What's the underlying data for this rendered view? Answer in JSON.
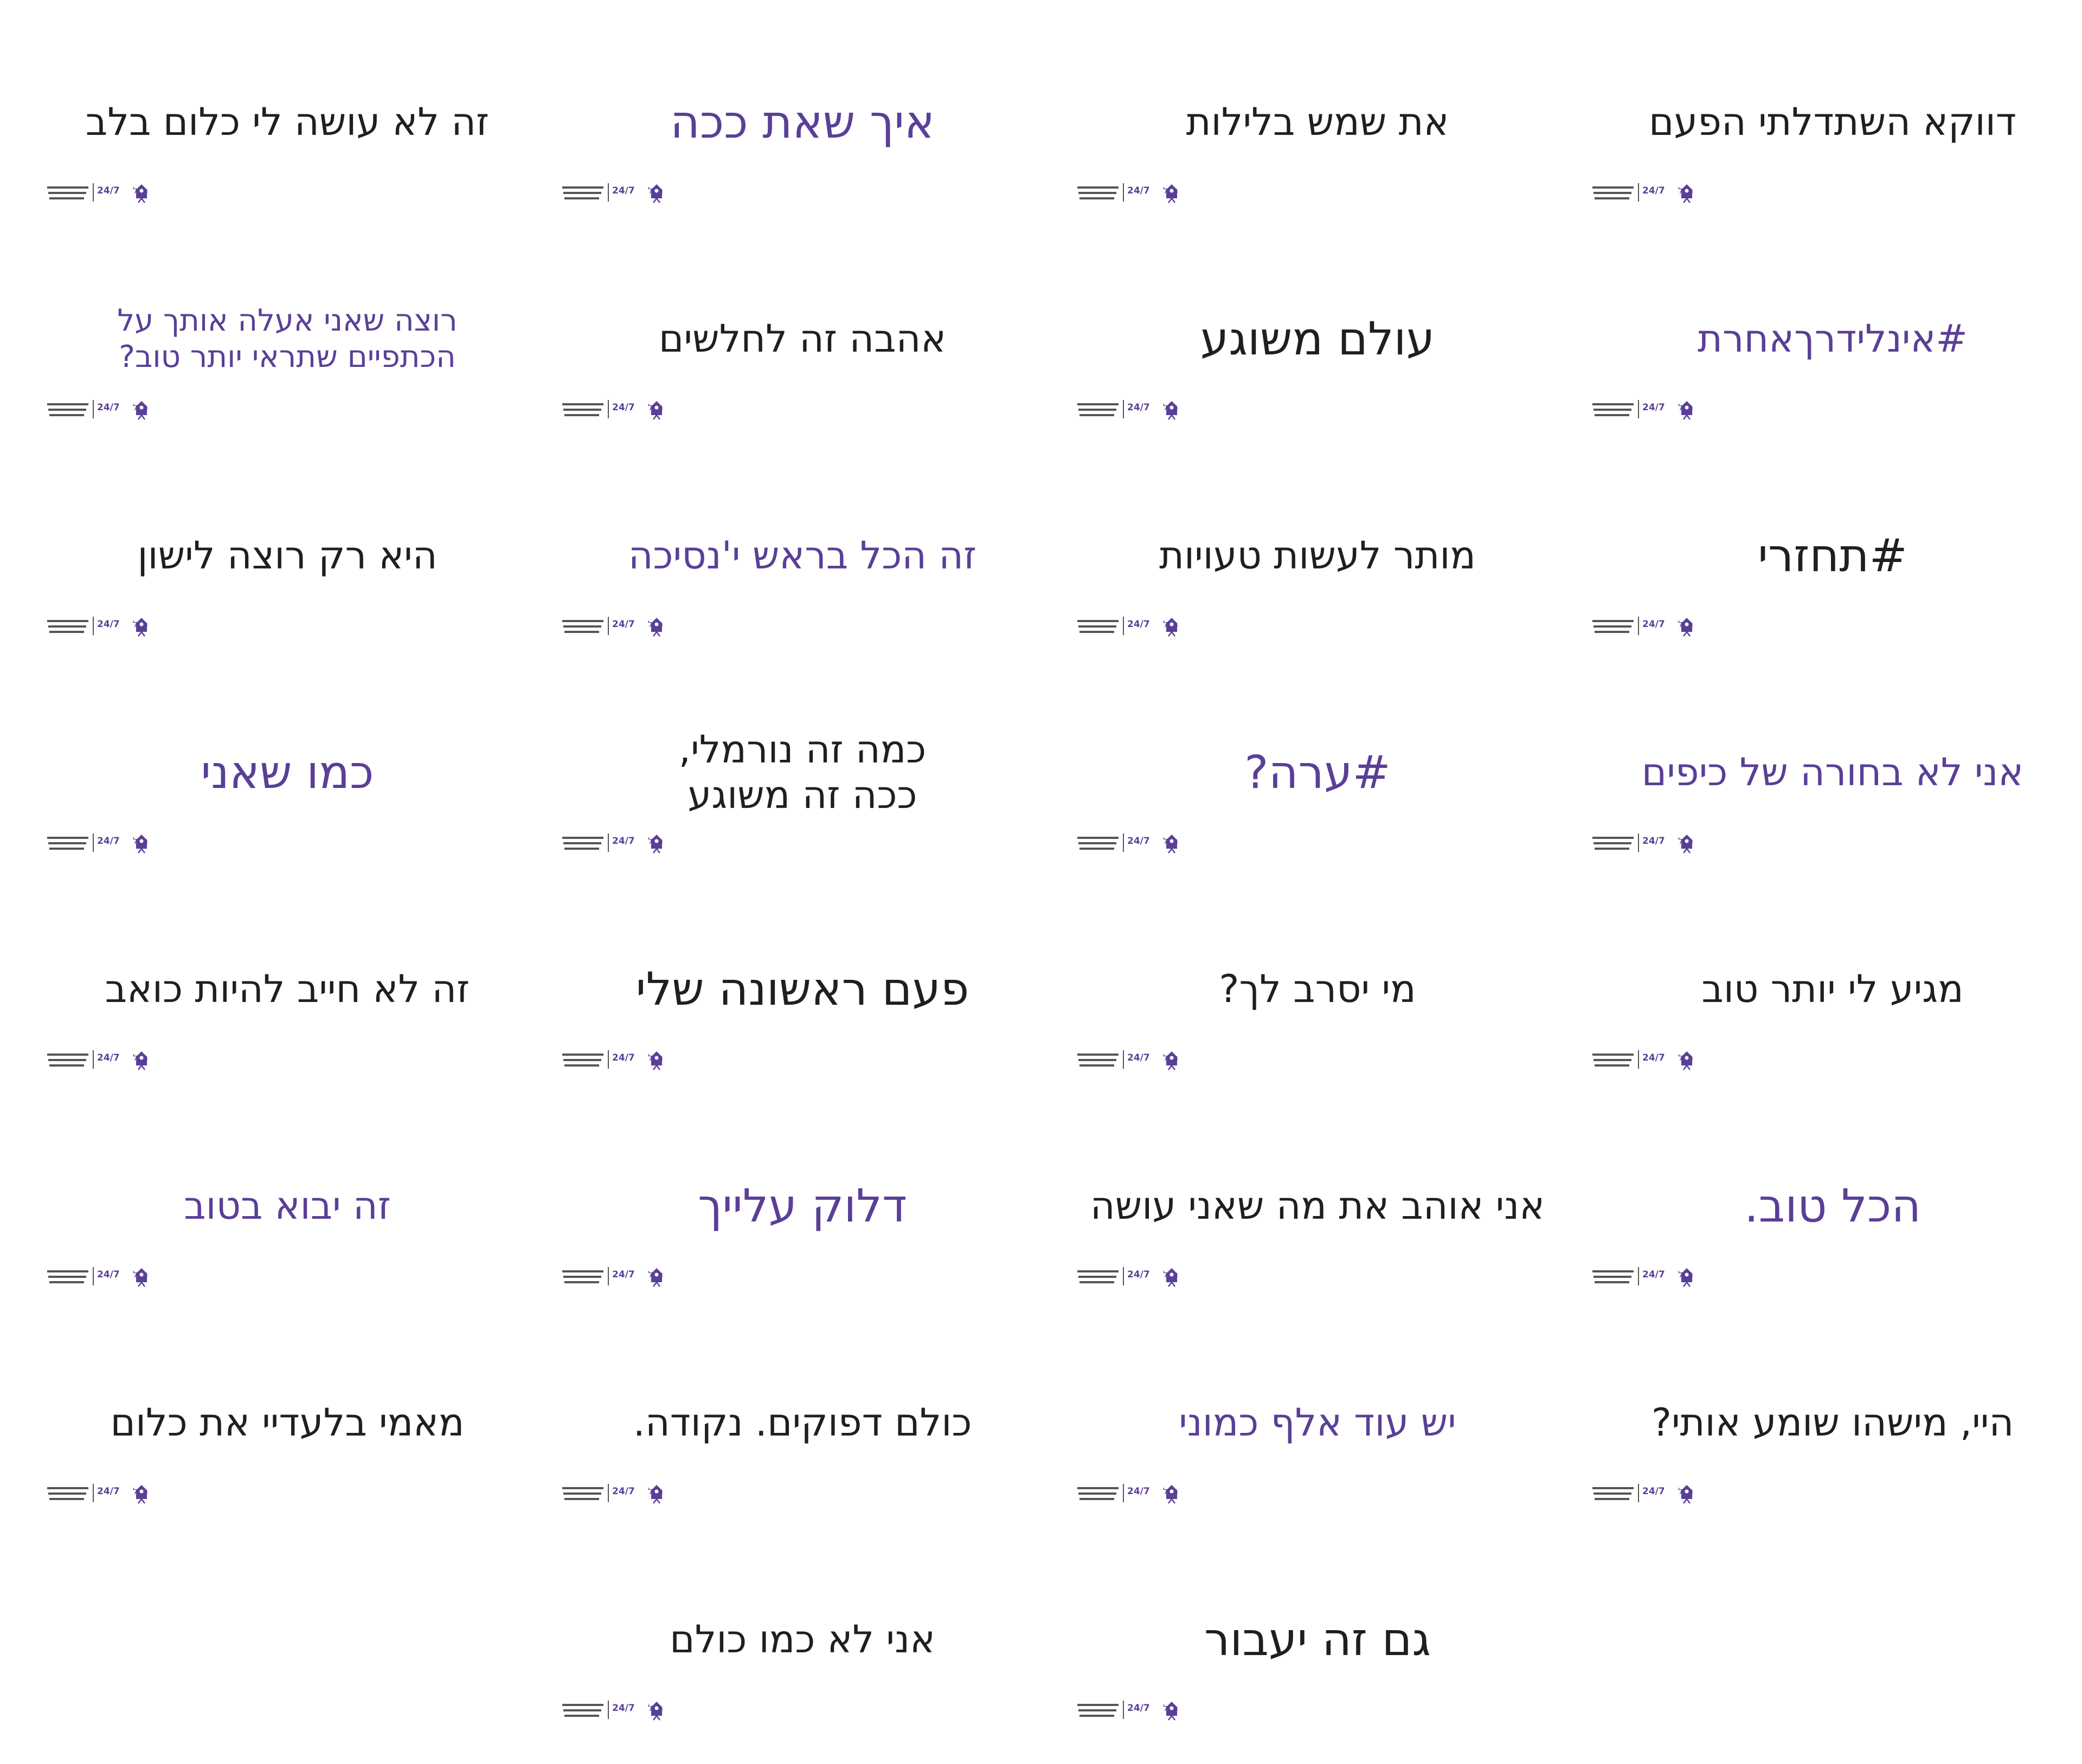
{
  "colors": {
    "black": "#1f1f1f",
    "purple": "#5a3f97",
    "logo_gray": "#555555"
  },
  "logo": {
    "text_24_7": "24/7",
    "text_hebrew": "הכל",
    "icon": "house-person-icon"
  },
  "cards": [
    {
      "text": "זה לא עושה לי כלום בלב",
      "color": "black",
      "size": "m"
    },
    {
      "text": "איך שאת ככה",
      "color": "purple",
      "size": "l"
    },
    {
      "text": "את שמש בלילות",
      "color": "black",
      "size": "m"
    },
    {
      "text": "דווקא השתדלתי הפעם",
      "color": "black",
      "size": "m"
    },
    {
      "text": "רוצה שאני אעלה אותך על\nהכתפיים שתראי יותר טוב?",
      "color": "purple",
      "size": "s"
    },
    {
      "text": "אהבה זה לחלשים",
      "color": "black",
      "size": "m"
    },
    {
      "text": "עולם משוגע",
      "color": "black",
      "size": "l"
    },
    {
      "text": "#אינלידרךאחרת",
      "color": "purple",
      "size": "m"
    },
    {
      "text": "היא רק רוצה לישון",
      "color": "black",
      "size": "m"
    },
    {
      "text": "זה הכל בראש י'נסיכה",
      "color": "purple",
      "size": "m"
    },
    {
      "text": "מותר לעשות טעויות",
      "color": "black",
      "size": "m"
    },
    {
      "text": "#תחזרי",
      "color": "black",
      "size": "l"
    },
    {
      "text": "כמו שאני",
      "color": "purple",
      "size": "l"
    },
    {
      "text": "כמה זה נורמלי,\nככה זה משוגע",
      "color": "black",
      "size": "m"
    },
    {
      "text": "#ערה?",
      "color": "purple",
      "size": "l"
    },
    {
      "text": "אני לא בחורה של כיפים",
      "color": "purple",
      "size": "m"
    },
    {
      "text": "זה לא חייב להיות כואב",
      "color": "black",
      "size": "m"
    },
    {
      "text": "פעם ראשונה שלי",
      "color": "black",
      "size": "l"
    },
    {
      "text": "מי יסרב לך?",
      "color": "black",
      "size": "m"
    },
    {
      "text": "מגיע לי יותר טוב",
      "color": "black",
      "size": "m"
    },
    {
      "text": "זה יבוא בטוב",
      "color": "purple",
      "size": "m"
    },
    {
      "text": "דלוק עלייך",
      "color": "purple",
      "size": "l"
    },
    {
      "text": "אני אוהב את מה שאני עושה",
      "color": "black",
      "size": "m"
    },
    {
      "text": "הכל טוב.",
      "color": "purple",
      "size": "l"
    },
    {
      "text": "מאמי בלעדיי את כלום",
      "color": "black",
      "size": "m"
    },
    {
      "text": "כולם דפוקים. נקודה.",
      "color": "black",
      "size": "m"
    },
    {
      "text": "יש עוד אלף כמוני",
      "color": "purple",
      "size": "m"
    },
    {
      "text": "היי, מישהו שומע אותי?",
      "color": "black",
      "size": "m"
    },
    {
      "text": "אני לא כמו כולם",
      "color": "black",
      "size": "m"
    },
    {
      "text": "גם זה יעבור",
      "color": "black",
      "size": "l"
    }
  ]
}
